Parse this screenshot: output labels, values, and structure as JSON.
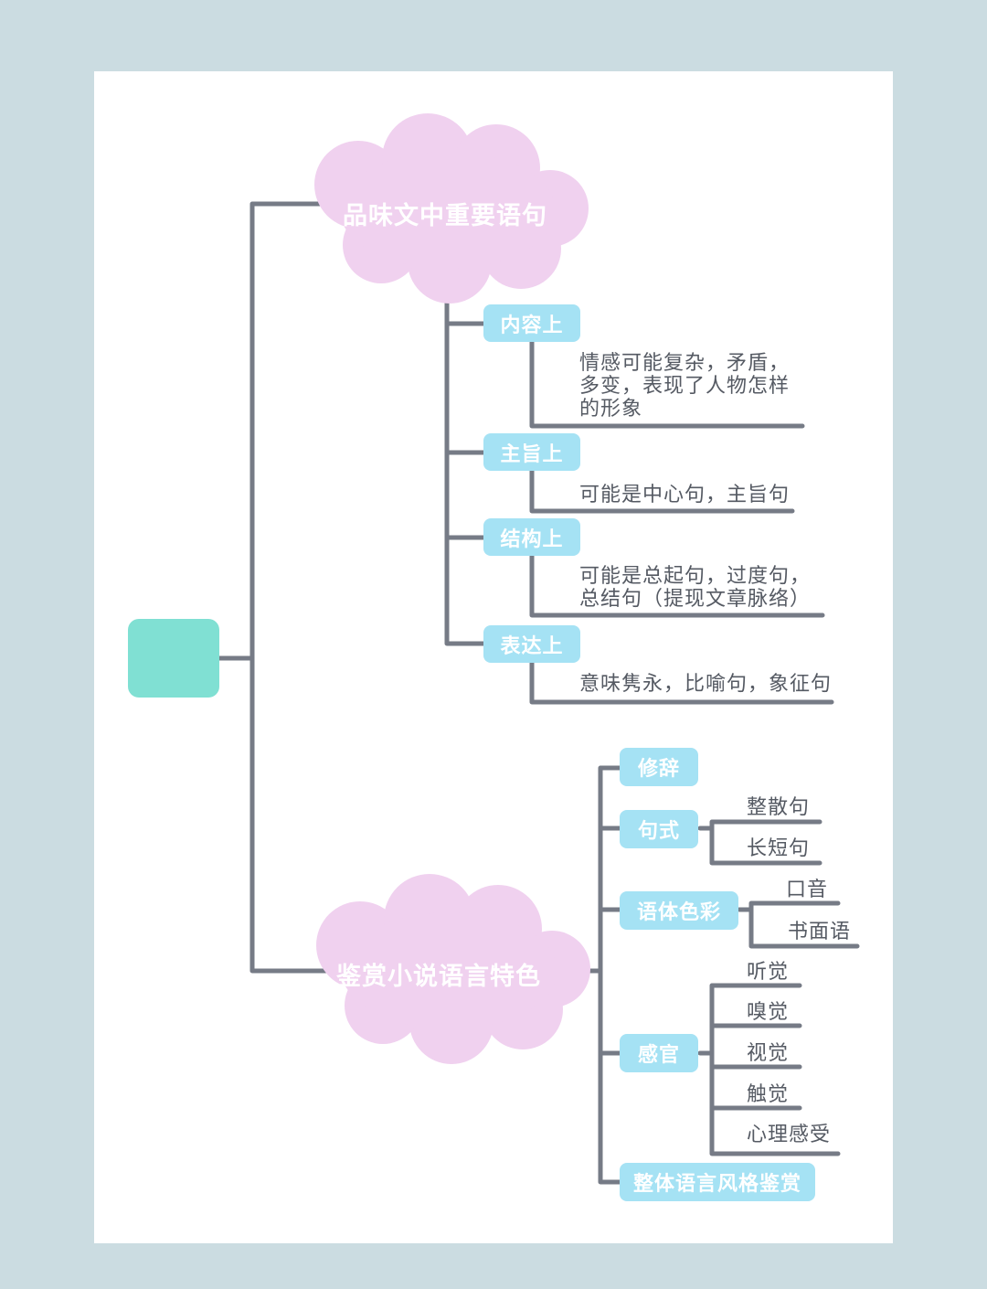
{
  "colors": {
    "background": "#cbdce1",
    "card": "#ffffff",
    "cloud_pink": "#f0d1ef",
    "node_blue": "#a5e2f4",
    "root_teal": "#80e0d3",
    "connector_gray": "#767b86",
    "note_text": "#555a63",
    "node_label_text": "#ffffff"
  },
  "root": {
    "label": ""
  },
  "branch1": {
    "label": "品味文中重要语句",
    "children": [
      {
        "label": "内容上",
        "note_lines": [
          "情感可能复杂，矛盾，",
          "多变，表现了人物怎样",
          "的形象"
        ]
      },
      {
        "label": "主旨上",
        "note_lines": [
          "可能是中心句，主旨句"
        ]
      },
      {
        "label": "结构上",
        "note_lines": [
          "可能是总起句，过度句，",
          "总结句（提现文章脉络）"
        ]
      },
      {
        "label": "表达上",
        "note_lines": [
          "意味隽永，比喻句，象征句"
        ]
      }
    ]
  },
  "branch2": {
    "label": "鉴赏小说语言特色",
    "children": [
      {
        "label": "修辞",
        "subitems": []
      },
      {
        "label": "句式",
        "subitems": [
          "整散句",
          "长短句"
        ]
      },
      {
        "label": "语体色彩",
        "subitems": [
          "口音",
          "书面语"
        ]
      },
      {
        "label": "感官",
        "subitems": [
          "听觉",
          "嗅觉",
          "视觉",
          "触觉",
          "心理感受"
        ]
      },
      {
        "label": "整体语言风格鉴赏",
        "subitems": []
      }
    ]
  }
}
